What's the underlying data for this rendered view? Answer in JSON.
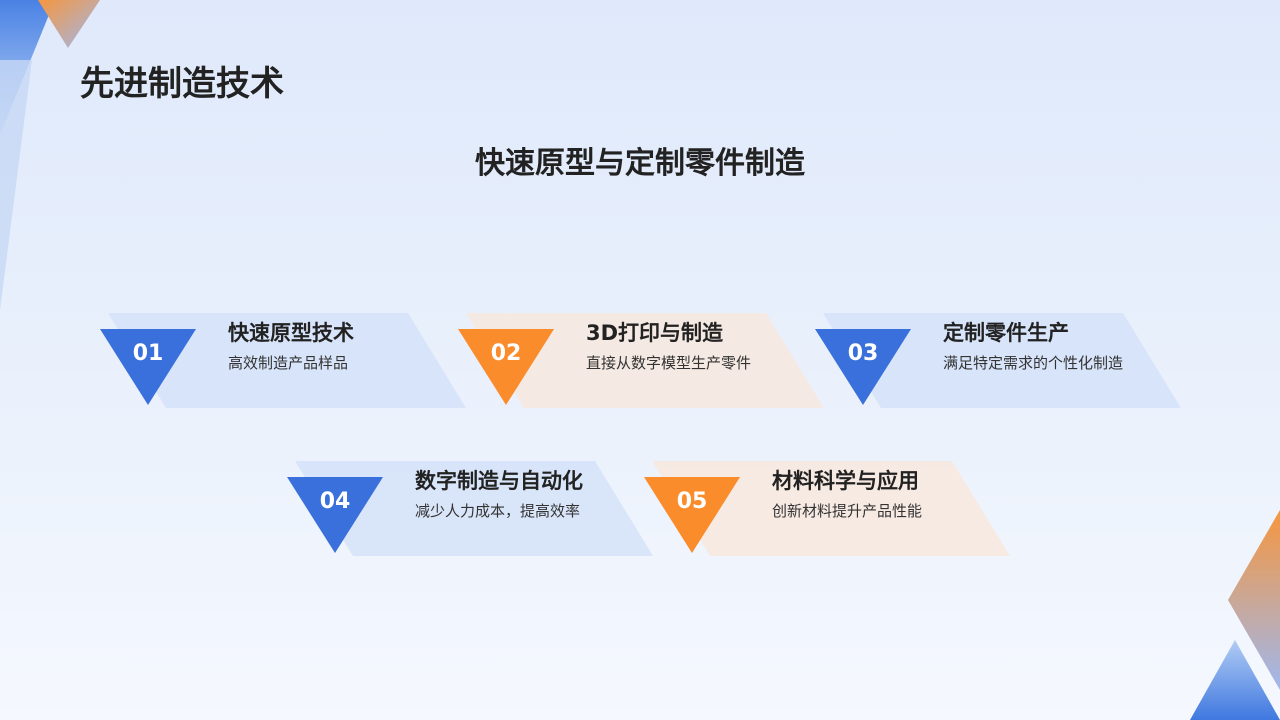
{
  "page": {
    "title": "先进制造技术",
    "subtitle": "快速原型与定制零件制造"
  },
  "colors": {
    "blue": "#3a70dc",
    "orange": "#fa8c2c",
    "blue_band": "#d5e2f8",
    "orange_band": "#f7e8de"
  },
  "items": [
    {
      "num": "01",
      "title": "快速原型技术",
      "desc": "高效制造产品样品",
      "color": "blue"
    },
    {
      "num": "02",
      "title": "3D打印与制造",
      "desc": "直接从数字模型生产零件",
      "color": "orange"
    },
    {
      "num": "03",
      "title": "定制零件生产",
      "desc": "满足特定需求的个性化制造",
      "color": "blue"
    },
    {
      "num": "04",
      "title": "数字制造与自动化",
      "desc": "减少人力成本，提高效率",
      "color": "blue"
    },
    {
      "num": "05",
      "title": "材料科学与应用",
      "desc": "创新材料提升产品性能",
      "color": "orange"
    }
  ]
}
